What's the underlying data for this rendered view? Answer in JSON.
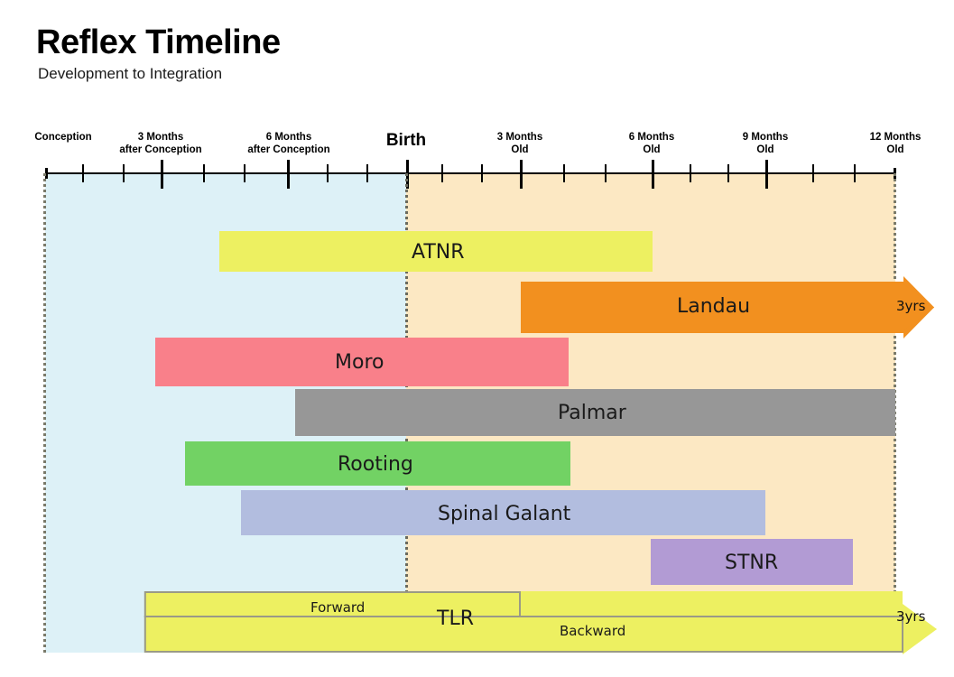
{
  "header": {
    "title": "Reflex Timeline",
    "subtitle": "Development to Integration"
  },
  "chart_data": {
    "type": "bar",
    "title": "Reflex Timeline",
    "subtitle": "Development to Integration",
    "orientation": "horizontal-gantt",
    "xlabel": "",
    "ylabel": "",
    "grid": false,
    "legend": "none",
    "axis": {
      "labels": [
        {
          "text": "Conception",
          "line2": "",
          "value_months_from_conception": 0
        },
        {
          "text": "3 Months",
          "line2": "after Conception",
          "value_months_from_conception": 3
        },
        {
          "text": "6 Months",
          "line2": "after Conception",
          "value_months_from_conception": 6
        },
        {
          "text": "Birth",
          "line2": "",
          "value_months_from_conception": 9
        },
        {
          "text": "3 Months",
          "line2": "Old",
          "value_months_from_conception": 12
        },
        {
          "text": "6 Months",
          "line2": "Old",
          "value_months_from_conception": 15
        },
        {
          "text": "9 Months",
          "line2": "Old",
          "value_months_from_conception": 18
        },
        {
          "text": "12 Months",
          "line2": "Old",
          "value_months_from_conception": 21
        }
      ],
      "minor_tick_interval_months": 1,
      "range_months": [
        0,
        21
      ]
    },
    "regions": [
      {
        "name": "prenatal",
        "color": "#ddf1f7",
        "from_months": 0,
        "to_months": 9
      },
      {
        "name": "postnatal",
        "color": "#fce8c3",
        "from_months": 9,
        "to_months": 21
      }
    ],
    "bars": [
      {
        "label": "ATNR",
        "color": "#edf061",
        "start_months": 4.1,
        "end_months": 15.1,
        "arrow": false,
        "end_note": ""
      },
      {
        "label": "Landau",
        "color": "#f2901f",
        "start_months": 11.2,
        "end_months": 21.0,
        "arrow": true,
        "end_note": "3yrs"
      },
      {
        "label": "Moro",
        "color": "#f9808a",
        "start_months": 2.6,
        "end_months": 12.3,
        "arrow": false,
        "end_note": ""
      },
      {
        "label": "Palmar",
        "color": "#979797",
        "start_months": 5.9,
        "end_months": 21.0,
        "arrow": false,
        "end_note": ""
      },
      {
        "label": "Rooting",
        "color": "#72d264",
        "start_months": 3.5,
        "end_months": 12.3,
        "arrow": false,
        "end_note": ""
      },
      {
        "label": "Spinal Galant",
        "color": "#b2bddf",
        "start_months": 4.8,
        "end_months": 17.8,
        "arrow": false,
        "end_note": ""
      },
      {
        "label": "STNR",
        "color": "#b29bd4",
        "start_months": 15.0,
        "end_months": 20.0,
        "arrow": false,
        "end_note": ""
      },
      {
        "label": "TLR",
        "color": "#edf061",
        "start_months": 2.5,
        "end_months": 21.0,
        "arrow": true,
        "end_note": "3yrs",
        "sub_labels": [
          {
            "label": "Forward",
            "start_months": 2.5,
            "end_months": 11.9
          },
          {
            "label": "Backward",
            "start_months": 2.5,
            "end_months": 21.0
          }
        ]
      }
    ]
  },
  "colors": {
    "prenatal_band": "#ddf1f7",
    "postnatal_band": "#fce8c3",
    "atnr": "#edf061",
    "landau": "#f2901f",
    "moro": "#f9808a",
    "palmar": "#979797",
    "rooting": "#72d264",
    "spinal_galant": "#b2bddf",
    "stnr": "#b29bd4",
    "tlr": "#edf061",
    "axis": "#000000",
    "marker_line": "#7a7a6a"
  },
  "labels": {
    "conception": "Conception",
    "three_months_after_conception_l1": "3 Months",
    "three_months_after_conception_l2": "after Conception",
    "six_months_after_conception_l1": "6 Months",
    "six_months_after_conception_l2": "after Conception",
    "birth": "Birth",
    "three_months_old_l1": "3 Months",
    "three_months_old_l2": "Old",
    "six_months_old_l1": "6 Months",
    "six_months_old_l2": "Old",
    "nine_months_old_l1": "9 Months",
    "nine_months_old_l2": "Old",
    "twelve_months_old_l1": "12 Months",
    "twelve_months_old_l2": "Old",
    "atnr": "ATNR",
    "landau": "Landau",
    "moro": "Moro",
    "palmar": "Palmar",
    "rooting": "Rooting",
    "spinal_galant": "Spinal Galant",
    "stnr": "STNR",
    "tlr": "TLR",
    "forward": "Forward",
    "backward": "Backward",
    "landau_3yrs": "3yrs",
    "tlr_3yrs": "3yrs"
  }
}
